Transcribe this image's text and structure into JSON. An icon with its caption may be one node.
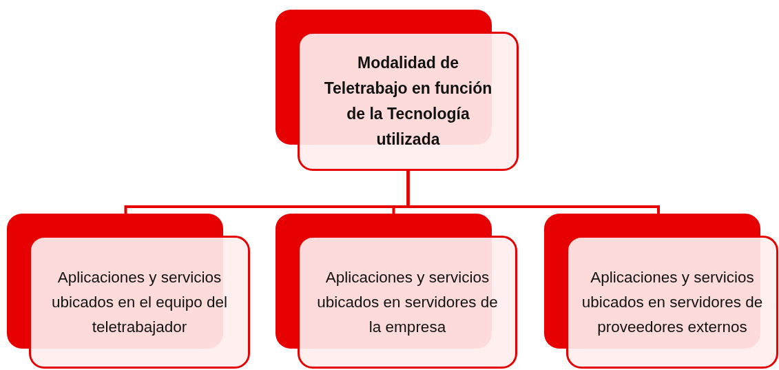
{
  "diagram": {
    "nodes": [
      {
        "text": [
          "Modalidad de Teletrabajo en función de la Tecnología utilizada"
        ]
      },
      {
        "text": [
          "Aplicaciones y servicios ubicados en el equipo del teletrabajador"
        ]
      },
      {
        "text": [
          "Aplicaciones y servicios ubicados en servidores de la empresa"
        ]
      },
      {
        "text": [
          "Aplicaciones y servicios ubicados en servidores de proveedores externos"
        ]
      }
    ],
    "edges": [
      {
        "from": 0,
        "to": 1,
        "arrow": "none"
      },
      {
        "from": 0,
        "to": 2,
        "arrow": "none"
      },
      {
        "from": 0,
        "to": 3,
        "arrow": "none"
      }
    ]
  }
}
